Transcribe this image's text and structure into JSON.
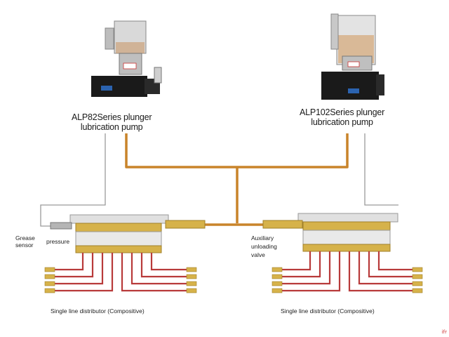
{
  "pumps": [
    {
      "id": "alp82",
      "title_line1": "ALP82Series plunger",
      "title_line2": "lubrication pump"
    },
    {
      "id": "alp102",
      "title_line1": "ALP102Series plunger",
      "title_line2": "lubrication pump"
    }
  ],
  "labels": {
    "grease": "Grease",
    "pressure": "pressure",
    "sensor": "sensor",
    "aux1": "Auxiliary",
    "aux2": "unloading",
    "aux3": "valve",
    "left_caption": "Single line distributor (Compositive)",
    "right_caption": "Single line distributor (Compositive)"
  },
  "watermark": "ifr",
  "colors": {
    "main_line": "#c9842a",
    "gray_line": "#9a9a9a",
    "outlet_pipe": "#b83a3a",
    "distributor": "#e0e0e0",
    "brass": "#d6b24a"
  },
  "icons": {
    "pump": "lubrication-pump-icon",
    "sensor": "pressure-sensor-icon",
    "valve": "unloading-valve-icon",
    "distributor": "distributor-block-icon",
    "fitting": "brass-fitting-icon"
  }
}
